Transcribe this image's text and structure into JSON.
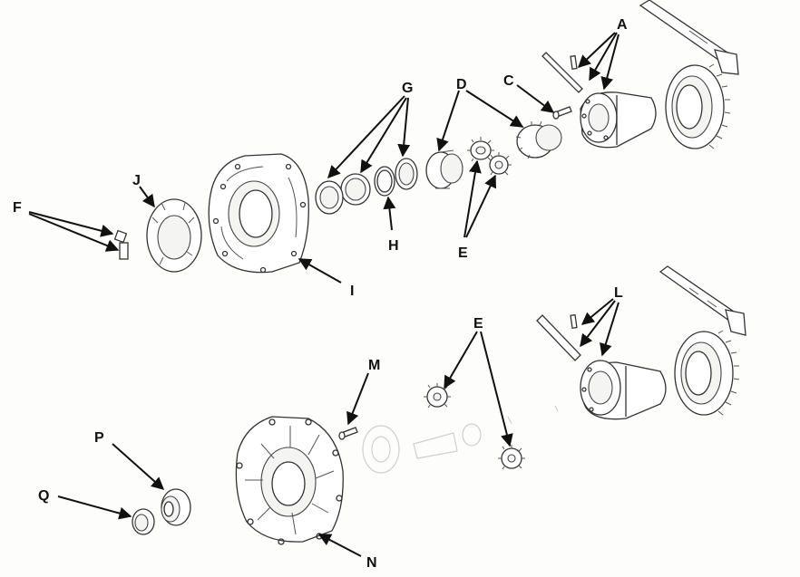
{
  "labels": {
    "A": "A",
    "C": "C",
    "D": "D",
    "E1": "E",
    "E2": "E",
    "F": "F",
    "G": "G",
    "H": "H",
    "I": "I",
    "J": "J",
    "L": "L",
    "M": "M",
    "N": "N",
    "P": "P",
    "Q": "Q"
  },
  "colors": {
    "ink": "#111111",
    "line": "#333333",
    "background": "#fdfdfb"
  }
}
